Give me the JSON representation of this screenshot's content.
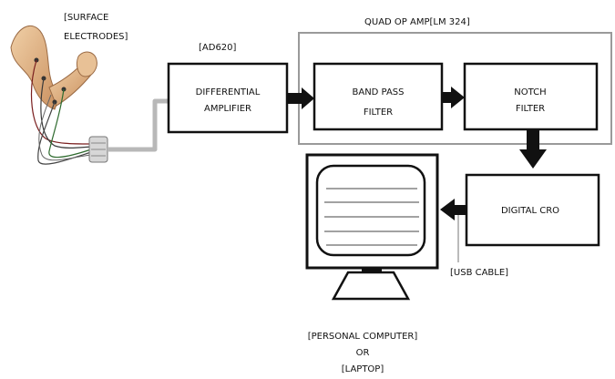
{
  "labels": {
    "surface_electrodes_line1": "[SURFACE",
    "surface_electrodes_line2": "ELECTRODES]",
    "ad620": "[AD620]",
    "quad_op_amp": "QUAD OP AMP[LM 324]",
    "usb_cable": "[USB CABLE]",
    "pc_line1": "[PERSONAL COMPUTER]",
    "pc_line2": "OR",
    "pc_line3": "[LAPTOP]"
  },
  "blocks": {
    "differential_amplifier": {
      "line1": "DIFFERENTIAL",
      "line2": "AMPLIFIER"
    },
    "band_pass_filter": {
      "line1": "BAND PASS",
      "line2": "FILTER"
    },
    "notch_filter": {
      "line1": "NOTCH",
      "line2": "FILTER"
    },
    "digital_cro": {
      "line1": "DIGITAL CRO"
    }
  },
  "colors": {
    "stroke": "#111111",
    "cable": "#b8b8b8",
    "group_outline": "#9a9a9a",
    "skin": "#e0b48a"
  }
}
